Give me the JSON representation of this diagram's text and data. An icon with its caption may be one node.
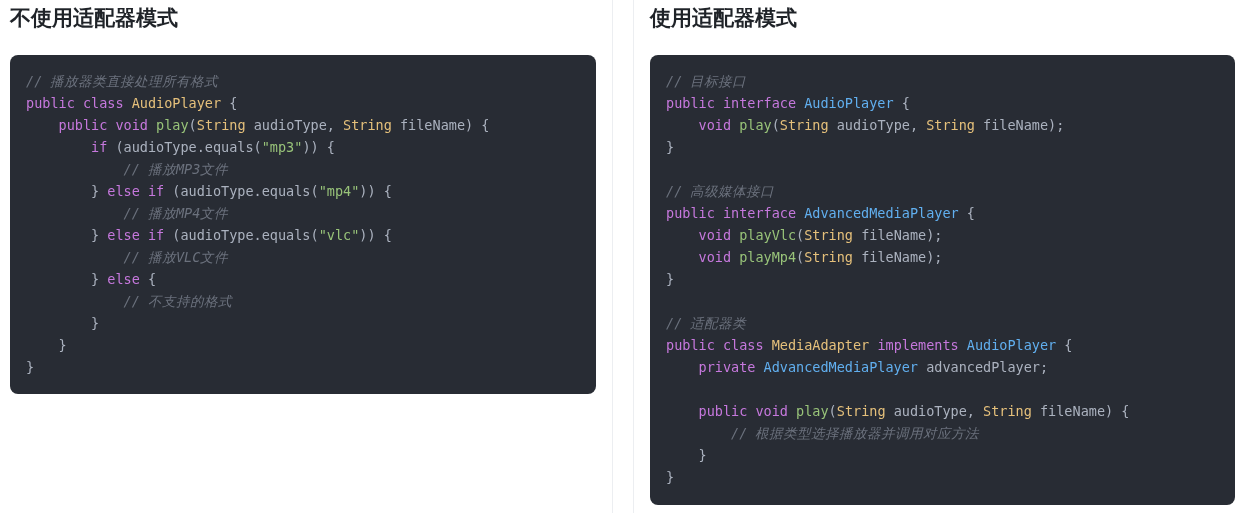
{
  "diagram": {
    "nodes": [
      {
        "text": [
          "不使用适配器模式"
        ]
      },
      {
        "text": [
          "// 播放器类直接处理所有格式",
          "public class AudioPlayer {",
          "    public void play(String audioType, String fileName) {",
          "        if (audioType.equals(\"mp3\")) {",
          "            // 播放MP3文件",
          "        } else if (audioType.equals(\"mp4\")) {",
          "            // 播放MP4文件",
          "        } else if (audioType.equals(\"vlc\")) {",
          "            // 播放VLC文件",
          "        } else {",
          "            // 不支持的格式",
          "        }",
          "    }",
          "}"
        ],
        "in": 0
      },
      {
        "text": [
          "使用适配器模式"
        ]
      },
      {
        "text": [
          "// 目标接口",
          "public interface AudioPlayer {",
          "    void play(String audioType, String fileName);",
          "}",
          "// 高级媒体接口",
          "public interface AdvancedMediaPlayer {",
          "    void playVlc(String fileName);",
          "    void playMp4(String fileName);",
          "}",
          "// 适配器类",
          "public class MediaAdapter implements AudioPlayer {",
          "    private AdvancedMediaPlayer advancedPlayer;",
          "    public void play(String audioType, String fileName) {",
          "        // 根据类型选择播放器并调用对应方法",
          "    }",
          "}"
        ],
        "in": 2
      }
    ]
  }
}
